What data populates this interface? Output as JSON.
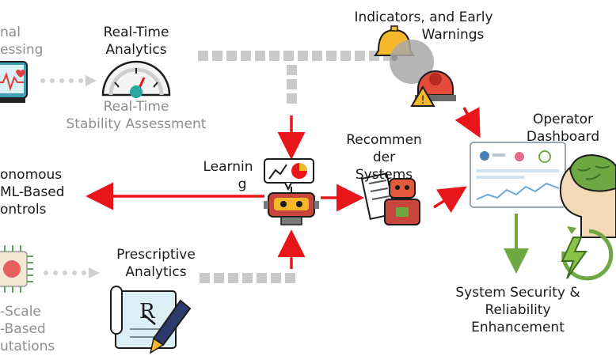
{
  "labels": {
    "signal_processing": [
      "nal",
      "essing"
    ],
    "real_time_analytics": [
      "Real-Time",
      "Analytics"
    ],
    "stability_assessment": [
      "Real-Time",
      "Stability Assessment"
    ],
    "indicators": [
      "Indicators, and Early",
      "Warnings"
    ],
    "operator_dashboard": [
      "Operator",
      "Dashboard"
    ],
    "recommender_systems": [
      "Recommen",
      "der",
      "Systems"
    ],
    "learning": [
      "Learnin",
      "g"
    ],
    "ml_controls": [
      "onomous",
      "ML-Based",
      "ontrols"
    ],
    "prescriptive_analytics": [
      "Prescriptive",
      "Analytics"
    ],
    "large_scale": [
      "-Scale",
      "-Based",
      "utations"
    ],
    "security": [
      "System Security &",
      "Reliability",
      "Enhancement"
    ]
  },
  "icons": [
    "monitor-heart-icon",
    "gauge-icon",
    "bell-icon",
    "alarm-icon",
    "warning-icon",
    "robot-icon",
    "chart-bubble-icon",
    "checklist-robot-icon",
    "dashboard-panel-icon",
    "brain-head-icon",
    "energy-bolt-icon",
    "chip-icon",
    "prescription-icon",
    "pen-icon"
  ],
  "colors": {
    "arrow_red": "#e8161b",
    "arrow_green": "#6fa843",
    "dashed_grey": "#c8c8c8",
    "text_grey": "#8e8e8e"
  }
}
